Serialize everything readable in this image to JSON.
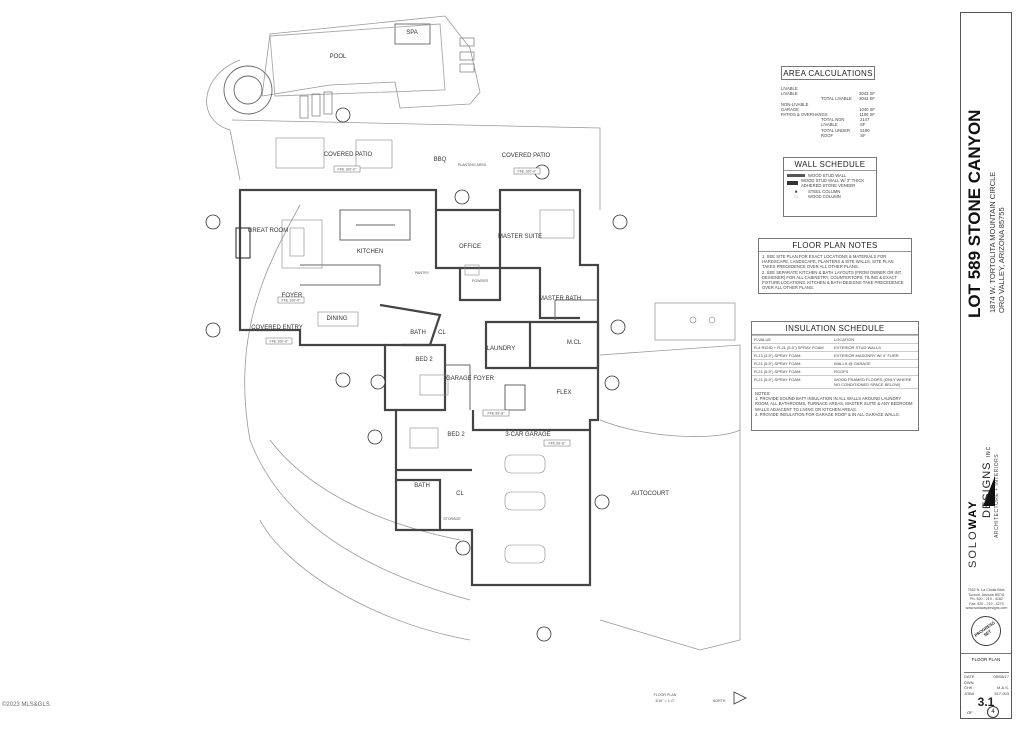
{
  "rooms": {
    "spa": "SPA",
    "pool": "POOL",
    "covered_patio": "COVERED PATIO",
    "bbq": "BBQ",
    "planting_area": "PLANTING AREA",
    "covered_patio_2": "COVERED PATIO",
    "great_room": "GREAT ROOM",
    "kitchen": "KITCHEN",
    "pantry": "PANTRY",
    "office": "OFFICE",
    "powder": "POWDER",
    "master_suite": "MASTER SUITE",
    "master_bath": "MASTER BATH",
    "foyer": "FOYER",
    "dining": "DINING",
    "covered_entry": "COVERED ENTRY",
    "bath_top": "BATH",
    "cl_top": "CL",
    "laundry": "LAUNDRY",
    "mcl": "M.CL",
    "bed2_top": "BED 2",
    "garage_foyer": "GARAGE FOYER",
    "flex": "FLEX",
    "bed2_bottom": "BED 2",
    "garage": "3-CAR GARAGE",
    "bath_bottom": "BATH",
    "cl_bottom": "CL",
    "storage": "STORAGE",
    "autocourt": "AUTOCOURT"
  },
  "ffe_tags": {
    "patio": "FFE 100'-0\"",
    "patio2": "FFE 100'-0\"",
    "foyer": "FFE 100'-0\"",
    "entry": "FFE 100'-0\"",
    "garage_foyer": "FFE 99'-8\"",
    "garage": "FFE 99'-6\""
  },
  "area_calculations": {
    "title": "AREA CALCULATIONS",
    "rows": [
      {
        "label": "LIVABLE",
        "value": ""
      },
      {
        "label": "LIVABLE",
        "value": "3043 SF"
      },
      {
        "label": "TOTAL LIVABLE",
        "value": "3043 SF"
      },
      {
        "label": "NON-LIVABLE",
        "value": ""
      },
      {
        "label": "GARAGE",
        "value": "1040 SF"
      },
      {
        "label": "PATIOS & OVERHANGS",
        "value": "1106 SF"
      },
      {
        "label": "TOTAL NON LIVABLE",
        "value": "2147 SF"
      },
      {
        "label": "TOTAL UNDER ROOF",
        "value": "5190 SF"
      }
    ]
  },
  "wall_schedule": {
    "title": "WALL SCHEDULE",
    "items": [
      "WOOD STUD WALL",
      "WOOD STUD WALL W/ 3\" THICK ADHERED STONE VENEER",
      "STEEL COLUMN",
      "WOOD COLUMN"
    ]
  },
  "floor_plan_notes": {
    "title": "FLOOR PLAN NOTES",
    "notes": [
      "1. SEE SITE PLAN FOR EXACT LOCATIONS & MATERIALS FOR HARDSCAPE, LANDSCAPE, PLANTERS & SITE WALLS. SITE PLAN TAKES PRECEDENCE OVER ALL OTHER PLANS.",
      "2. SEE SEPARATE KITCHEN & BATH LAYOUTS (FROM OWNER OR INT. DESIGNER) FOR ALL CABINETRY, COUNTERTOPS, TILING & EXACT FIXTURE LOCATIONS. KITCHEN & BATH DESIGNS TAKE PRECEDENCE OVER ALL OTHER PLANS."
    ]
  },
  "insulation_schedule": {
    "title": "INSULATION SCHEDULE",
    "header": [
      "R-VALUE",
      "LOCATION"
    ],
    "rows": [
      [
        "R-4 RIGID + R-21 (5.5\") SPRAY FOAM",
        "EXTERIOR STUD WALLS"
      ],
      [
        "R-13 (3.5\") SPRAY FOAM",
        "EXTERIOR MASONRY W/ 4\" FURR"
      ],
      [
        "R-21 (5.5\") SPRAY FOAM",
        "WALLS @ GARAGE"
      ],
      [
        "R-21 (5.5\") SPRAY FOAM",
        "ROOFS"
      ],
      [
        "R-21 (5.5\") SPRAY FOAM",
        "WOOD FRAMED FLOORS (ONLY WHERE NO CONDITIONED SPACE BELOW)"
      ]
    ],
    "notes": [
      "NOTES:",
      "1. PROVIDE SOUND BATT INSULATION IN ALL WALLS AROUND LAUNDRY ROOM, ALL BATHROOMS, FURNACE AREAS, MASTER SUITE & ANY BEDROOM WALLS ADJACENT TO LIVING OR KITCHEN AREAS.",
      "2. PROVIDE INSULATION FOR GARAGE ROOF & IN ALL GARAGE WALLS."
    ]
  },
  "title_block": {
    "project": "LOT 589 STONE CANYON",
    "address_line1": "1874 W. TORTOLITA MOUNTAIN CIRCLE",
    "address_line2": "ORO VALLEY, ARIZONA 85755",
    "firm_solo": "SOLO",
    "firm_way": "WAY",
    "firm_designs": "DESIGNS",
    "firm_inc": "INC",
    "firm_tagline": "ARCHITECTURE + INTERIORS",
    "firm_address": "7532 N. La Cholla Blvd.",
    "firm_city": "Tucson, Arizona 85741",
    "firm_ph": "Ph: 520 - 219 - 4182",
    "firm_fax": "Fax: 520 - 219 - 4279",
    "firm_web": "www.solowaydesigns.com",
    "stamp": "PROGRESS SET",
    "sheet_title": "FLOOR PLAN",
    "date_label": "DATE",
    "date_value": "08/08/17",
    "dwn_label": "DWN",
    "chk_label": "CHK",
    "chk_value": "M.A.S.",
    "job_label": "JOB#",
    "job_value": "517-003",
    "sheet_number": "3.1",
    "of_label": "OF",
    "total_sheets": "4"
  },
  "footer": {
    "plan_label": "FLOOR PLAN",
    "scale": "3/16\" = 1'-0\"",
    "north": "NORTH"
  },
  "watermark": "©2023 MLS&GLS"
}
